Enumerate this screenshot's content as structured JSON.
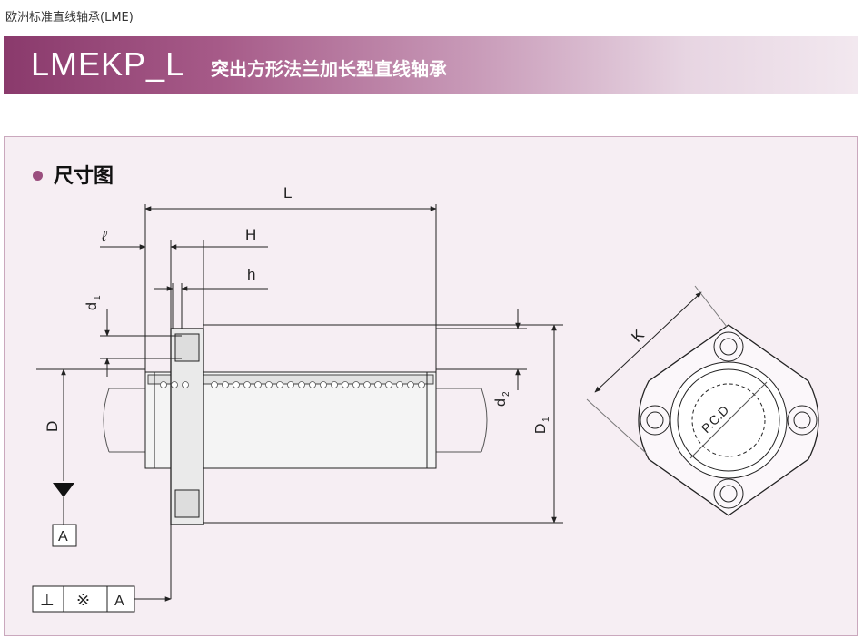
{
  "breadcrumb": "欧洲标准直线轴承(LME)",
  "banner": {
    "model": "LMEKP_L",
    "description": "突出方形法兰加长型直线轴承"
  },
  "section": {
    "title": "尺寸图"
  },
  "drawing_labels": {
    "L": "L",
    "l": "ℓ",
    "H": "H",
    "h": "h",
    "d1": "d",
    "d1_sub": "1",
    "d2": "d",
    "d2_sub": "2",
    "D": "D",
    "D1": "D",
    "D1_sub": "1",
    "K": "K",
    "PCD": "P.C.D",
    "datum": "A"
  },
  "tolerance_frame": {
    "symbol": "⊥",
    "value": "※",
    "datum": "A"
  },
  "colors": {
    "accent": "#9a4e7e",
    "panel": "#f6eef3",
    "line": "#222222"
  }
}
